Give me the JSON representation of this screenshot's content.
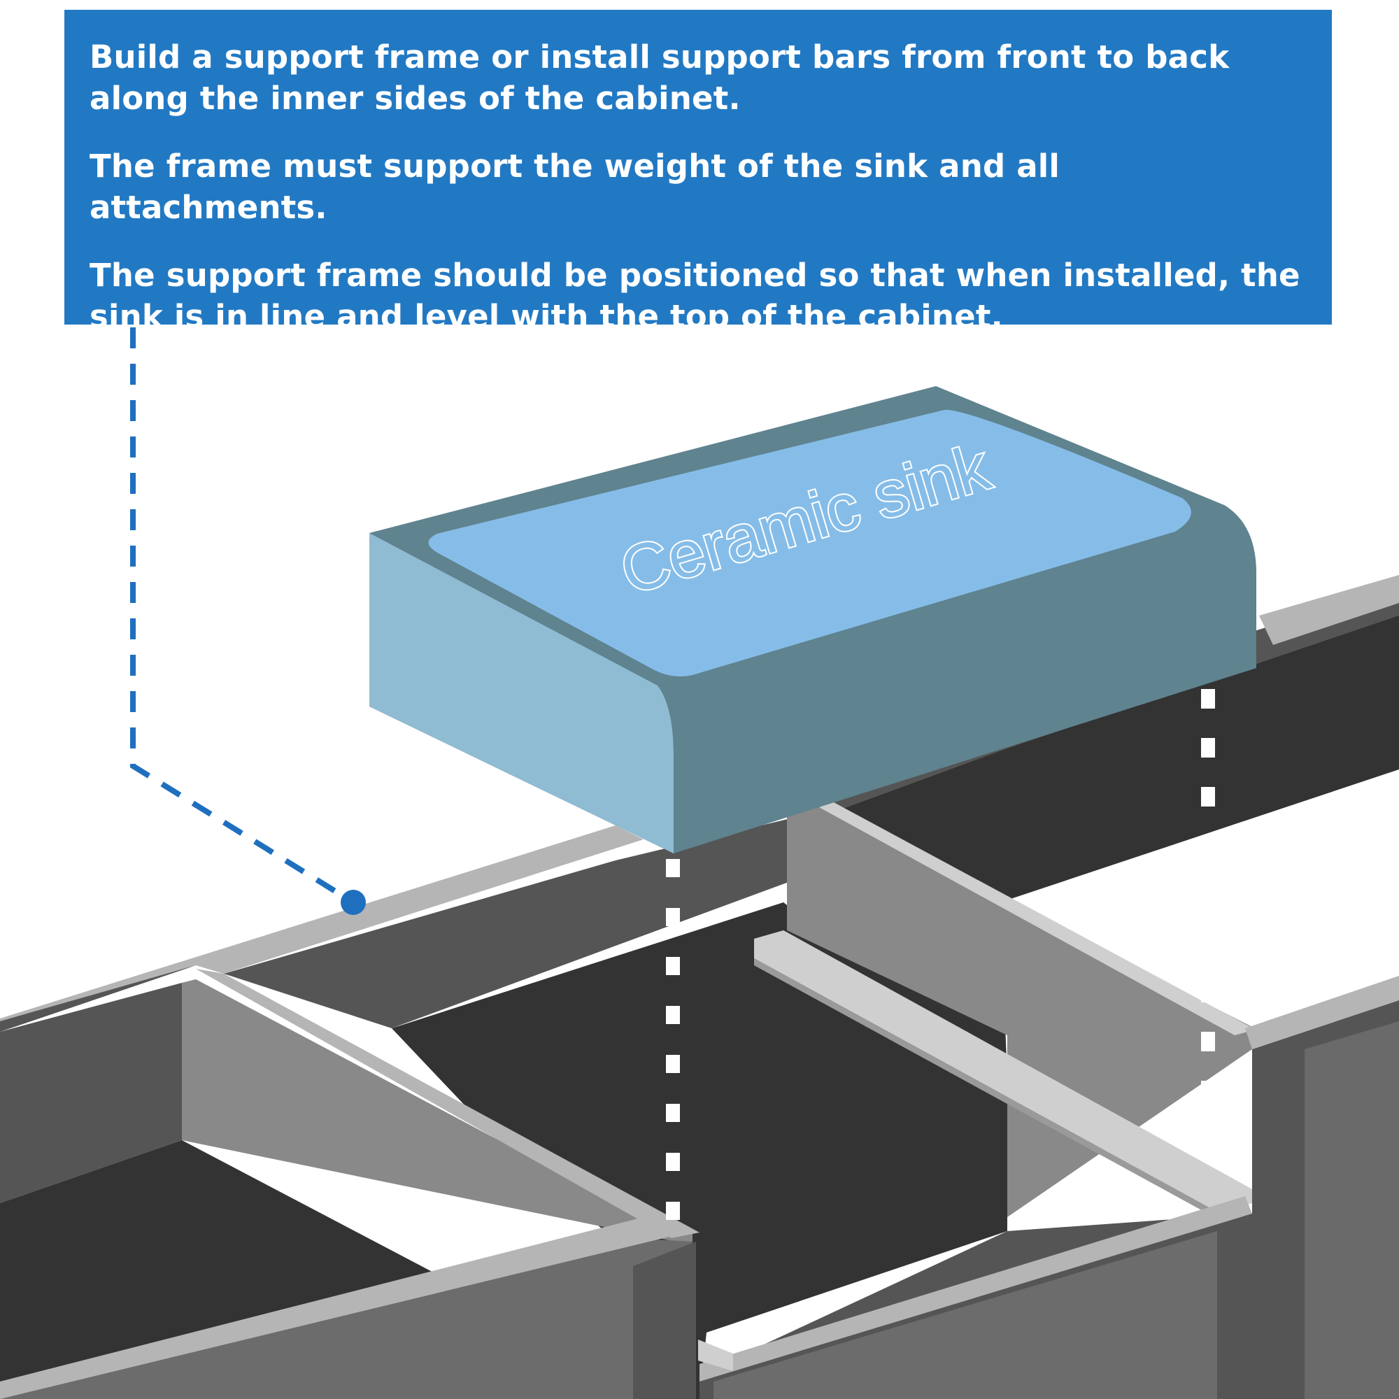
{
  "instructions": [
    "Build a support frame or install support bars from front to back along the inner sides of the cabinet.",
    "The frame must support the weight of the sink and all attachments.",
    "The support frame should be positioned so that when installed, the sink is in line and level with the top of the cabinet."
  ],
  "sink_label": "Ceramic sink",
  "colors": {
    "banner": "#2279c3",
    "banner_text": "#ffffff",
    "leader_line": "#1f6fbf",
    "sink_top_rim": "#5f838f",
    "sink_inner_panel": "#86bde8",
    "sink_front_face": "#8fbbd3",
    "cabinet_top_edge": "#b5b5b5",
    "cabinet_dark": "#333333",
    "cabinet_mid": "#555555",
    "cabinet_light": "#898989",
    "support_bar": "#cfcfcf",
    "guide_lines": "#ffffff"
  }
}
